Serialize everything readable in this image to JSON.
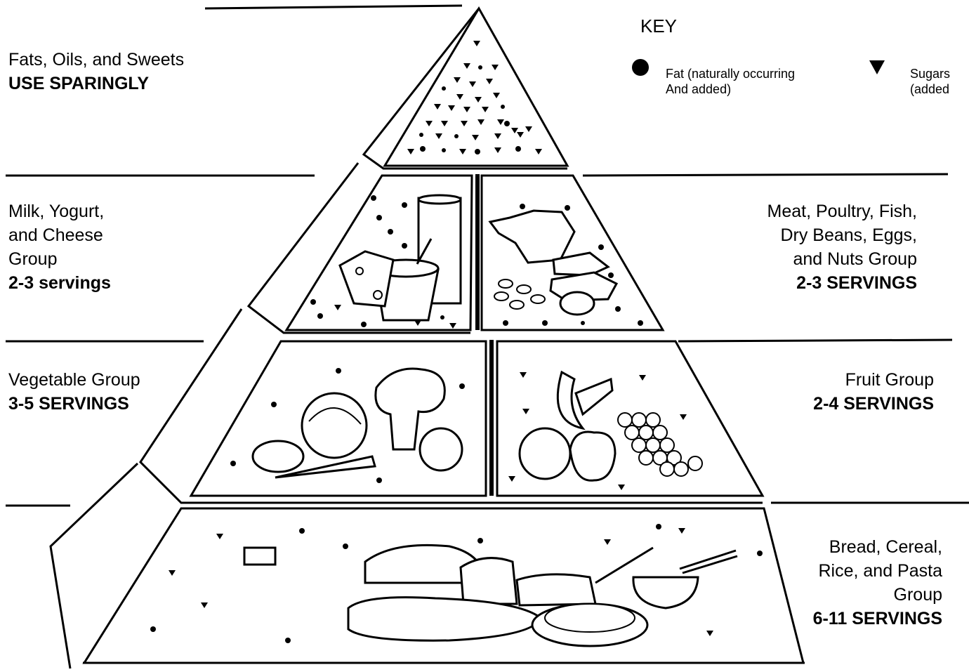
{
  "key": {
    "title": "KEY",
    "fat_line1": "Fat (naturally occurring",
    "fat_line2": "And added)",
    "sugar_line1": "Sugars",
    "sugar_line2": "(added"
  },
  "groups": {
    "fats": {
      "line1": "Fats, Oils, and Sweets",
      "servings": "USE SPARINGLY"
    },
    "milk": {
      "line1": "Milk, Yogurt,",
      "line2": "and Cheese",
      "line3": "Group",
      "servings": "2-3 servings"
    },
    "meat": {
      "line1": "Meat, Poultry, Fish,",
      "line2": "Dry Beans, Eggs,",
      "line3": "and Nuts Group",
      "servings": "2-3 SERVINGS"
    },
    "vegetable": {
      "line1": "Vegetable Group",
      "servings": "3-5 SERVINGS"
    },
    "fruit": {
      "line1": "Fruit Group",
      "servings": "2-4 SERVINGS"
    },
    "bread": {
      "line1": "Bread, Cereal,",
      "line2": "Rice, and Pasta",
      "line3": "Group",
      "servings": "6-11 SERVINGS"
    }
  },
  "colors": {
    "ink": "#000000",
    "paper": "#ffffff"
  }
}
